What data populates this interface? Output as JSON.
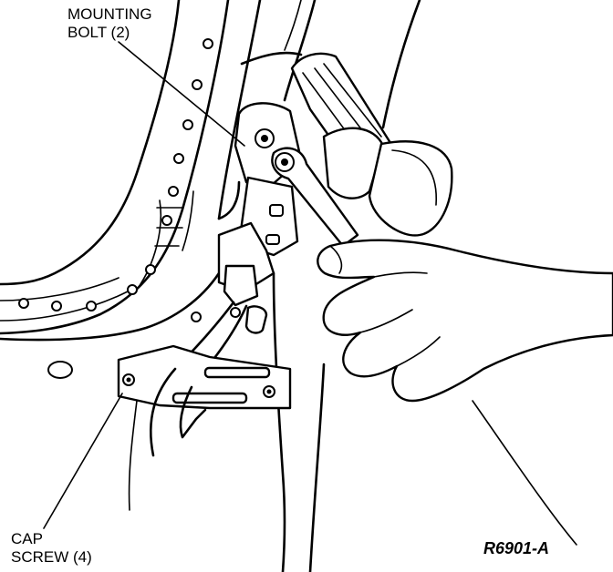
{
  "labels": {
    "mounting_bolt_line1": "MOUNTING",
    "mounting_bolt_line2": "BOLT (2)",
    "cap_screw_line1": "CAP",
    "cap_screw_line2": "SCREW (4)",
    "figure_id": "R6901-A"
  }
}
